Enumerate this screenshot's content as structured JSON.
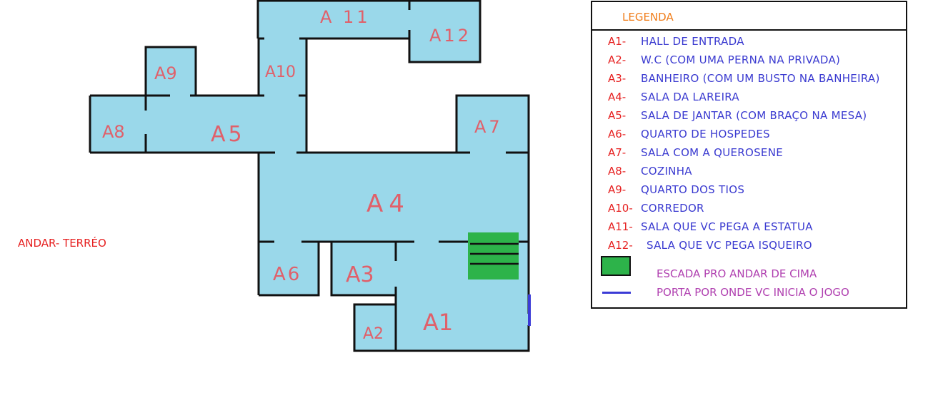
{
  "floor_label": "ANDAR- TERRÉO",
  "rooms": {
    "A1": "A1",
    "A2": "A2",
    "A3": "A3",
    "A4": "A4",
    "A5": "A5",
    "A6": "A6",
    "A7": "A7",
    "A8": "A8",
    "A9": "A9",
    "A10": "A10",
    "A11": "A 11",
    "A12": "A12"
  },
  "legend": {
    "title": "LEGENDA",
    "items": [
      {
        "code": "A1-",
        "desc": "HALL DE ENTRADA"
      },
      {
        "code": "A2-",
        "desc": "W.C (COM UMA PERNA NA PRIVADA)"
      },
      {
        "code": "A3-",
        "desc": "BANHEIRO (COM UM BUSTO NA BANHEIRA)"
      },
      {
        "code": "A4-",
        "desc": "SALA DA LAREIRA"
      },
      {
        "code": "A5-",
        "desc": "SALA DE JANTAR (COM BRAÇO NA MESA)"
      },
      {
        "code": "A6-",
        "desc": "QUARTO DE HOSPEDES"
      },
      {
        "code": "A7-",
        "desc": "SALA COM A QUEROSENE"
      },
      {
        "code": "A8-",
        "desc": "COZINHA"
      },
      {
        "code": "A9-",
        "desc": "QUARTO DOS TIOS"
      },
      {
        "code": "A10-",
        "desc": "CORREDOR"
      },
      {
        "code": "A11-",
        "desc": "SALA QUE VC PEGA A ESTATUA"
      },
      {
        "code": "A12-",
        "desc": "SALA QUE VC PEGA ISQUEIRO"
      }
    ],
    "stairs_text": "ESCADA PRO ANDAR DE CIMA",
    "door_text": "PORTA POR ONDE VC INICIA O JOGO"
  },
  "colors": {
    "room_fill": "#9ad8ea",
    "room_label": "#e0606a",
    "stairs": "#2db34a",
    "door": "#3b3bd6",
    "legend_code": "#e61f1f",
    "legend_desc": "#3a3ad0",
    "legend_title": "#f07d1a",
    "legend_symbol_text": "#b040b0"
  }
}
